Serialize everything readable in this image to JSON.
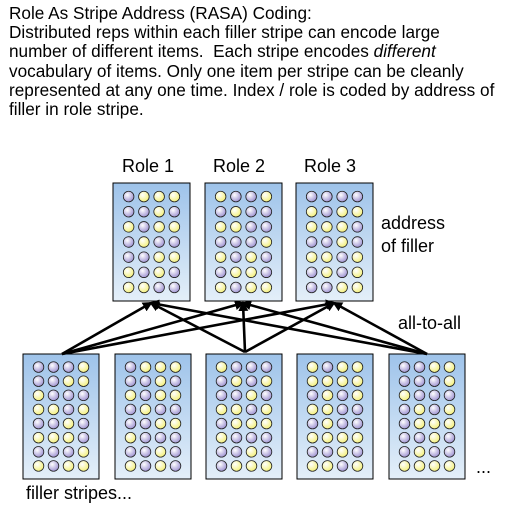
{
  "intro": {
    "title": "Role As Stripe Address (RASA) Coding:",
    "body_before": "Distributed reps within each filler stripe can encode large number of different items.  Each stripe encodes ",
    "body_emph": "different",
    "body_after": " vocabulary of items. Only one item per stripe can be cleanly represented at any one time. Index / role is coded by address of filler in role stripe."
  },
  "roles": [
    {
      "label": "Role 1"
    },
    {
      "label": "Role 2"
    },
    {
      "label": "Role 3"
    }
  ],
  "address_label_line1": "address",
  "address_label_line2": "of filler",
  "connection_label": "all-to-all",
  "fillers_label": "filler stripes...",
  "more_label": "...",
  "colors": {
    "panel_gradient_top": "#9ec3ea",
    "panel_gradient_bottom": "#e4eff9",
    "unit_purple": "#9a8ed0",
    "unit_yellow": "#f3ef74",
    "arrow": "#000000"
  },
  "role_patterns": [
    [
      "pyyy",
      "ppyp",
      "ypyy",
      "pypp",
      "ppyy",
      "ypyp",
      "yypp"
    ],
    [
      "yppy",
      "pypp",
      "yypp",
      "pppy",
      "ypyp",
      "pyyp",
      "ypyy"
    ],
    [
      "pppp",
      "ypyy",
      "yyyp",
      "ppyp",
      "yypy",
      "pypy",
      "ppyy"
    ]
  ],
  "filler_patterns": [
    [
      "pppy",
      "ppyy",
      "yppp",
      "yypy",
      "ppyp",
      "yyyp",
      "pppy",
      "ypyy"
    ],
    [
      "pyyy",
      "ppyp",
      "ypyy",
      "pypp",
      "ppyy",
      "yppp",
      "ppyp",
      "ypyp"
    ],
    [
      "yppp",
      "pypy",
      "ppyp",
      "yypy",
      "pyyy",
      "yppp",
      "ppyp",
      "pyyy"
    ],
    [
      "ypyy",
      "yyyy",
      "pypy",
      "yypp",
      "pypp",
      "yyyy",
      "ppyp",
      "yypy"
    ],
    [
      "ppyy",
      "pppy",
      "yppp",
      "pypy",
      "pyyy",
      "ppyp",
      "pypp",
      "yyyy"
    ]
  ]
}
